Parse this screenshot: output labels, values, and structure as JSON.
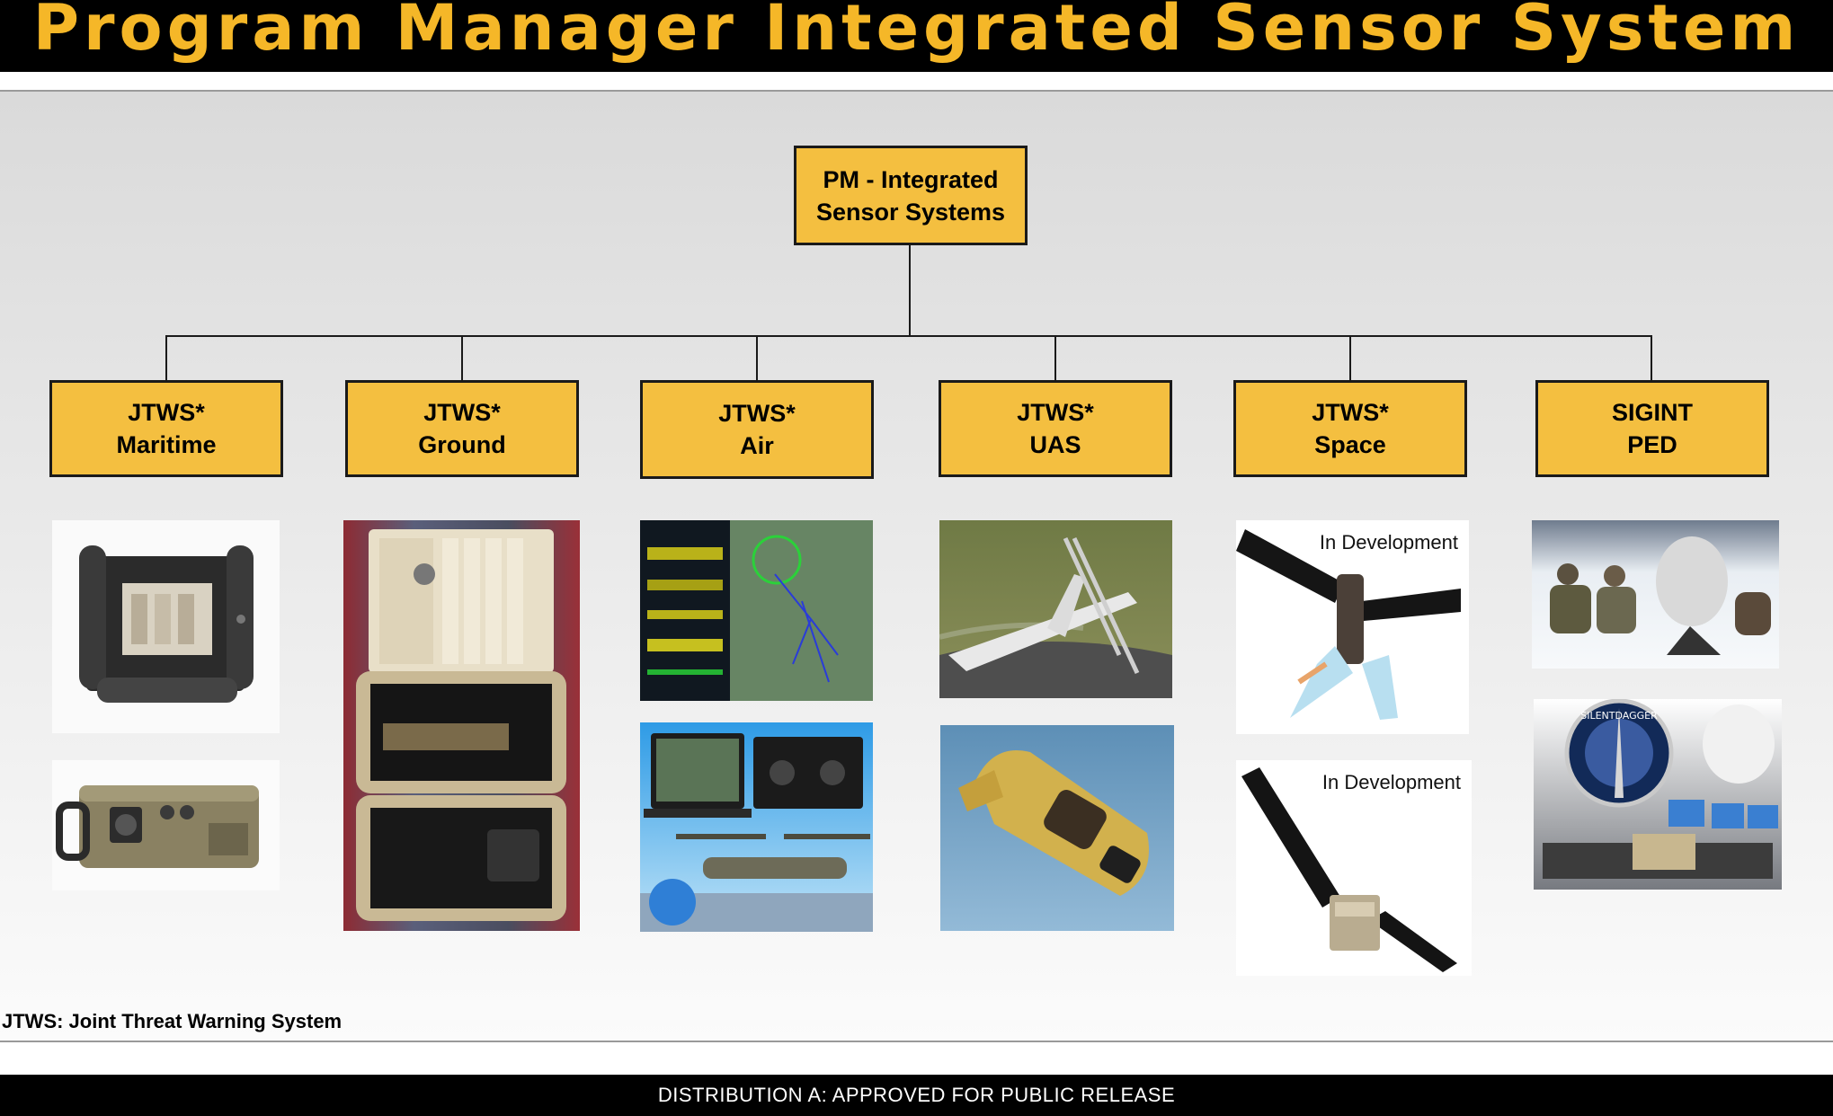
{
  "header": {
    "title": "Program Manager Integrated Sensor System"
  },
  "root": {
    "line1": "PM -  Integrated",
    "line2": "Sensor Systems"
  },
  "branches": [
    {
      "line1": "JTWS*",
      "line2": "Maritime"
    },
    {
      "line1": "JTWS*",
      "line2": "Ground"
    },
    {
      "line1": "JTWS*",
      "line2": "Air"
    },
    {
      "line1": "JTWS*",
      "line2": "UAS"
    },
    {
      "line1": "JTWS*",
      "line2": "Space"
    },
    {
      "line1": "SIGINT",
      "line2": "PED"
    }
  ],
  "images": {
    "space_top_tag": "In Development",
    "space_bottom_tag": "In Development",
    "silentdagger_seal": "SILENTDAGGER"
  },
  "note": "JTWS: Joint Threat Warning System",
  "footer": "DISTRIBUTION A: APPROVED FOR PUBLIC RELEASE",
  "colors": {
    "box_fill": "#f4bf40",
    "title": "#f5b728",
    "header_bg": "#000000"
  }
}
